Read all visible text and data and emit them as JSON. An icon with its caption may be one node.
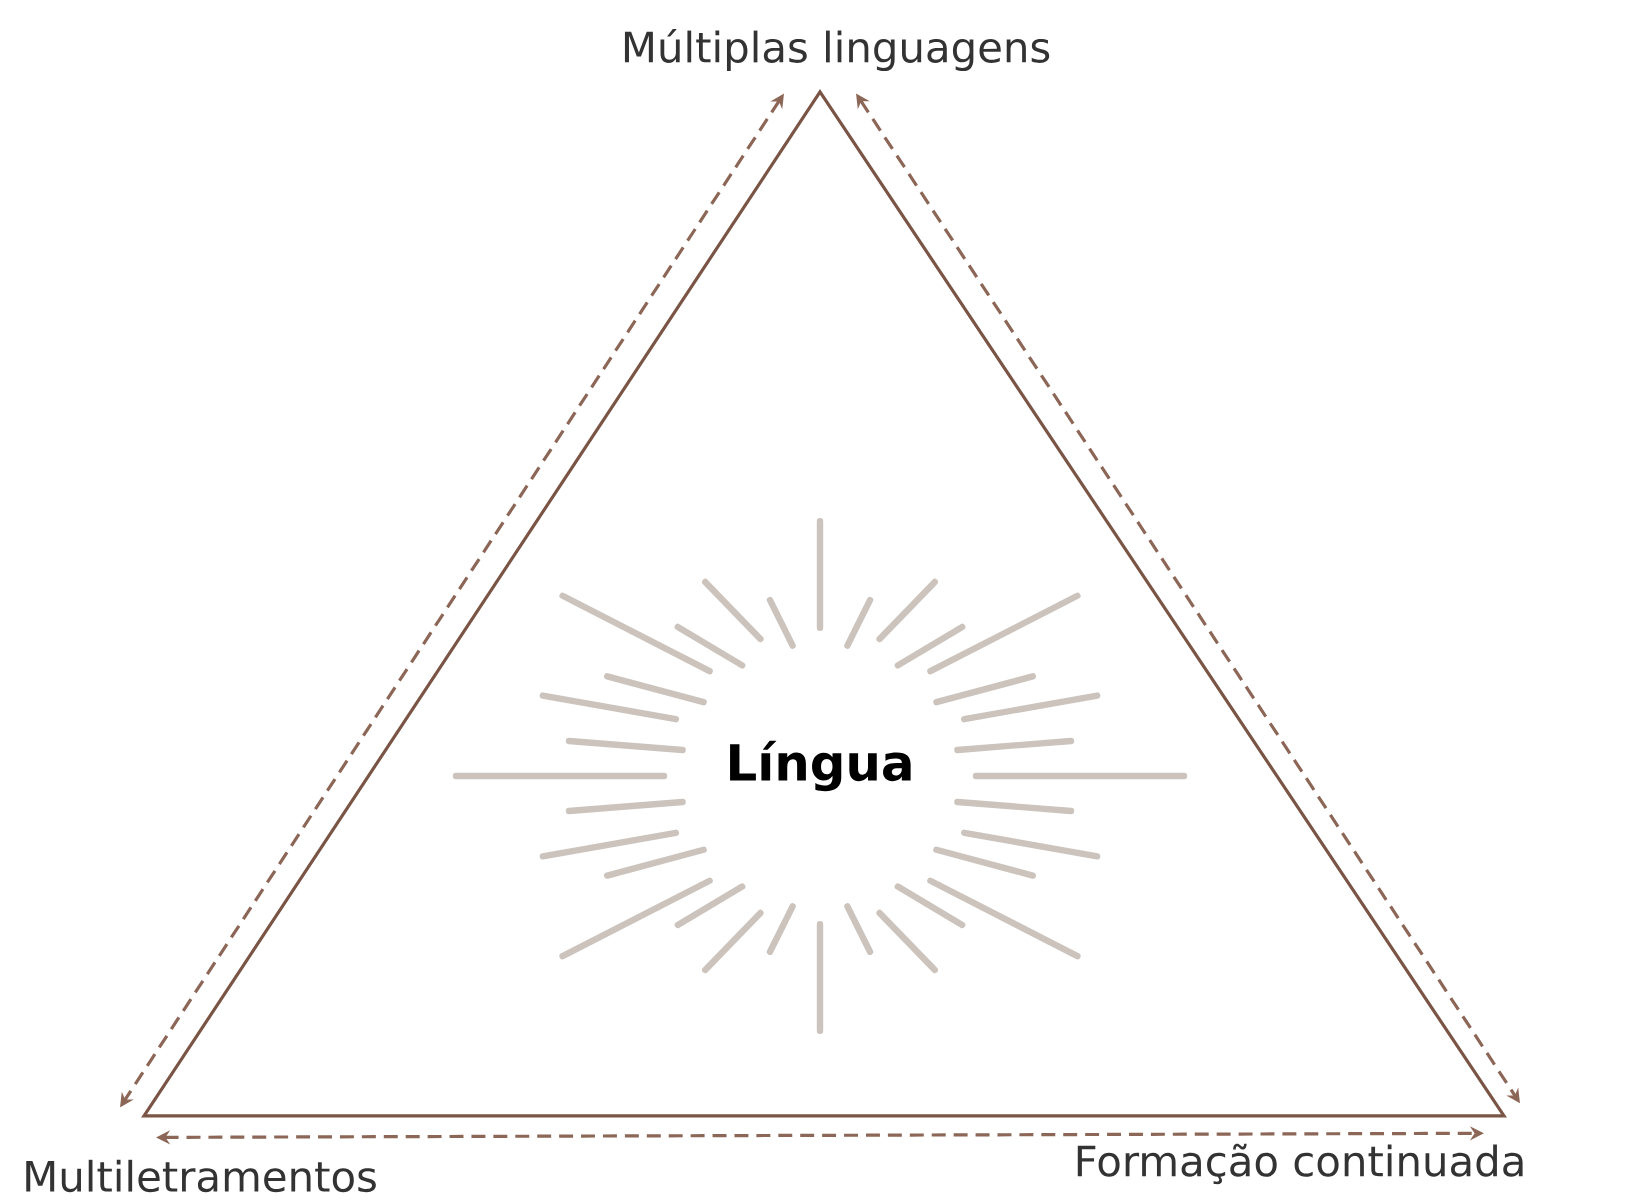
{
  "diagram": {
    "nodes": [
      {
        "text": [
          "Múltiplas linguagens"
        ]
      },
      {
        "text": [
          "Multiletramentos"
        ]
      },
      {
        "text": [
          "Formação continuada"
        ]
      },
      {
        "text": [
          "Língua"
        ]
      }
    ],
    "edges": [
      {
        "from": 0,
        "to": 1,
        "arrow": "both",
        "style": "dashed"
      },
      {
        "from": 0,
        "to": 2,
        "arrow": "both",
        "style": "dashed"
      },
      {
        "from": 1,
        "to": 2,
        "arrow": "both",
        "style": "dashed"
      }
    ]
  }
}
